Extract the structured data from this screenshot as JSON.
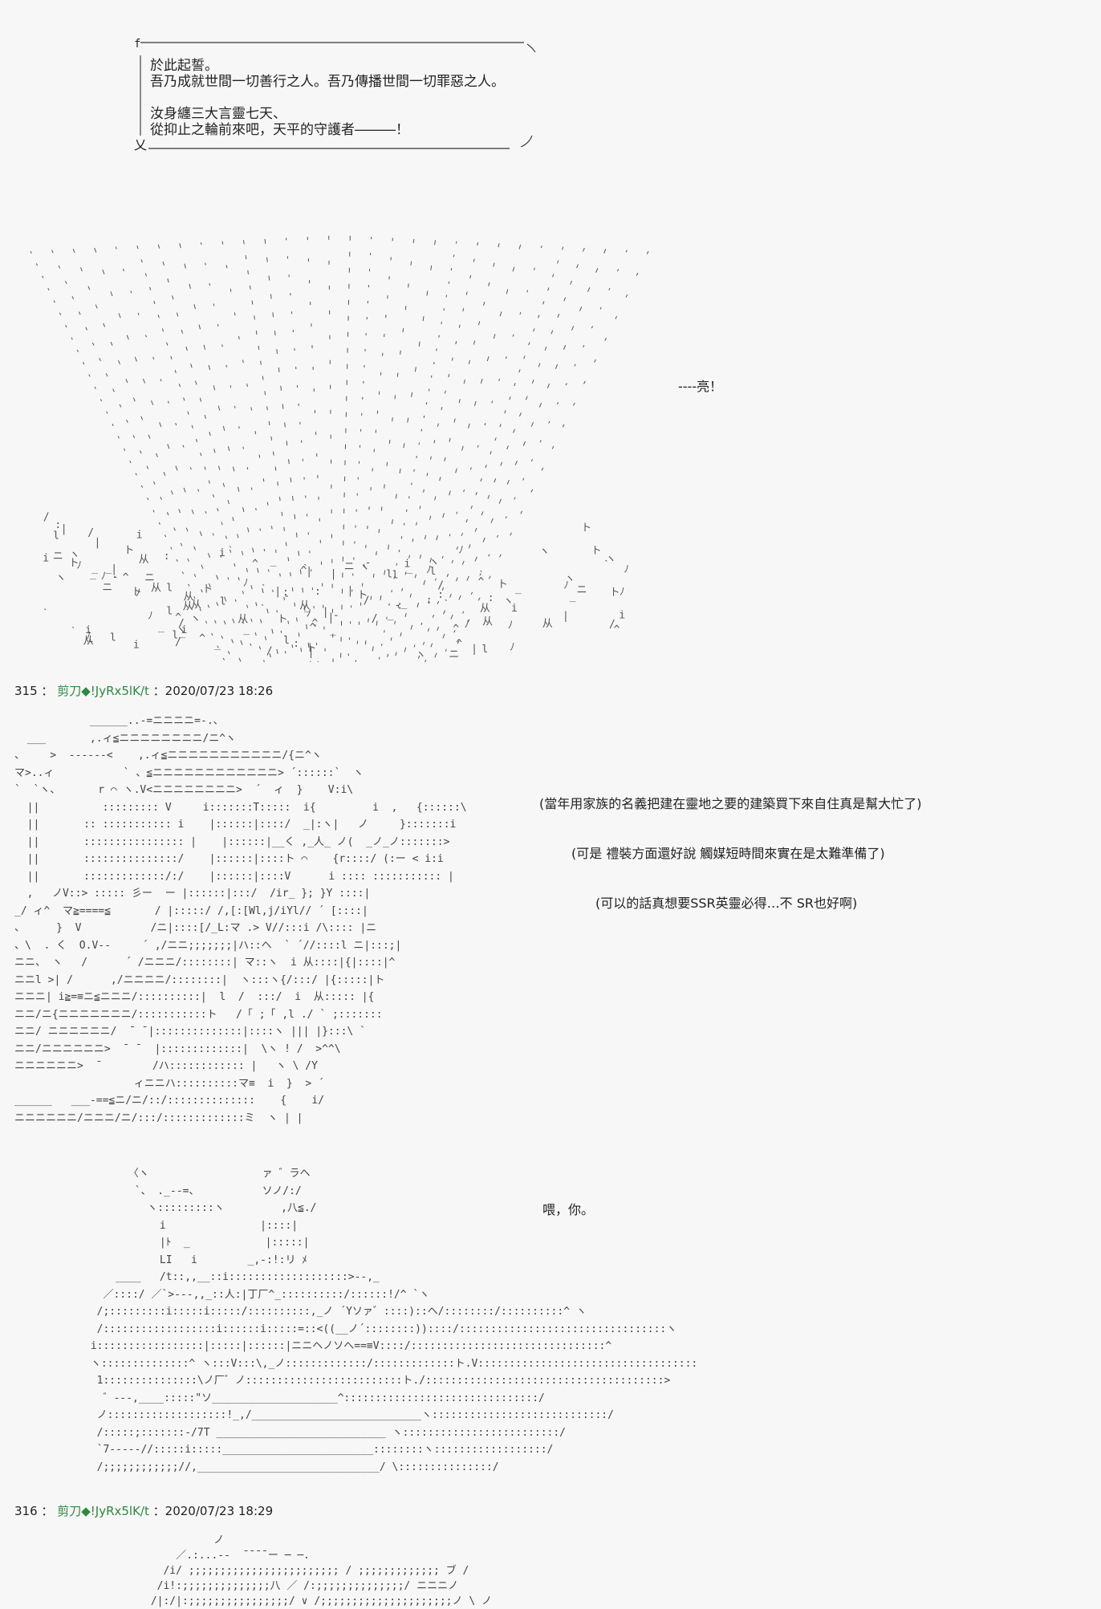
{
  "chant": {
    "lines": [
      "於此起誓。",
      "吾乃成就世間一切善行之人。吾乃傳播世間一切罪惡之人。",
      "汝身纏三大言靈七天、",
      "從抑止之輪前來吧，天平的守護者―――！"
    ],
    "corner_top_left": "f",
    "corner_bottom_left": "乂"
  },
  "sfx": {
    "flash": "----亮！"
  },
  "posts": [
    {
      "number": "315",
      "separator": "：",
      "name": "剪刀◆",
      "trip": "!JyRx5lK/t",
      "time": "：2020/07/23 18:26"
    },
    {
      "number": "316",
      "separator": "：",
      "name": "剪刀◆",
      "trip": "!JyRx5lK/t",
      "time": "：2020/07/23 18:29"
    }
  ],
  "monologue": [
    "(當年用家族的名義把建在靈地之要的建築買下來自住真是幫大忙了)",
    "(可是 禮裝方面還好說 觸媒短時間來實在是太難準備了)",
    "(可以的話真想要SSR英靈必得…不 SR也好啊)"
  ],
  "callout": "喂，你。",
  "ascii_art": {
    "robe": "            ______..-=ニニニニ=-.、\n  ___       ,.ィ≦ニニニニニニニニ/ニ^ヽ\n、    >  ------<    ,.ィ≦ニニニニニニニニニニニ/{ニ^ヽ\nマ>..ィ           ` 、≦ニニニニニニニニニニニニ> ´::::::`  ヽ\n`  `ヽ、      r ⌒ ヽ.V<ニニニニニニニニ>  ´  ィ  }    V:i\\\n  ||          ::::::::: V     i:::::::T:::::  i{         i  ,   {::::::\\\n  ||       :: ::::::::::: i    |::::::|::::/  _|:ヽ|   ノ     }:::::::i\n  ||       :::::::::::::::: |    |::::::|__く ,_人_ ノ(  _ノ_ノ:::::::>\n  ||       :::::::::::::::/    |::::::|::::ト ⌒    {r::::/ (:ー < i:i\n  ||       :::::::::::::/:/    |::::::|::::V      i :::: ::::::::::: |\n  ,   ノV::> ::::: 彡ー  ー |::::::|:::/  /ir_ }; }Y ::::|\n_/ ィ^  マ≧====≦       / |:::::/ /,[:[Wl,j/iYl// ´ [::::|\n、     }  V           /ニ|::::[/_L:マ .> V//:::i /\\:::: |ニ\n、\\  . く  O.V--     ´ ,/ニニ;;;;;;;|ハ::ヘ  ` ´//::::l ニ|:::;|\nニニ、 ヽ   /      ´ /ニニニ/::::::::| マ::ヽ  i 从::::|{|::::|^\nニニl >| /      ,/ニニニニ/::::::::|  ヽ:::ヽ{/:::/ |{:::::|ト \nニニニ| i≧=≡ニ≦ニニニ/::::::::::|  l  /  :::/  i  从::::: |{\nニニ/ニ{ニニニニニニニ/:::::::::::ト   /「 ;「 ,l ./ ` ;:::::::\nニニ/ ニニニニニニ/  ̄  ̄ |::::::::::::::|::::ヽ ||| |}:::\\ `\nニニ/ニニニニニニ>  ̄  ̄   |:::::::::::::|  \\ヽ ! /  >^^\\\nニニニニニニ>  ̄         /ハ:::::::::::: |   ヽ \\ /Y\n                   ィニニハ::::::::::マ≡  i  }  > ´\n______   ___-==≦ニ/ニ/::/::::::::::::::    {    i/\nニニニニニニ/ニニニ/ニ/:::/:::::::::::::ミ  ヽ | |",
    "hero": "       〈ヽ                  ァ ゛ラヘ\n        `、 ._-‐=、          ソノ/:/\n          ヽ:::::::::ヽ         ,八≦./\n            i               |::::|\n            |ﾄ  _            |:::::|\n            LI   i        _,-:!:リ ﾒ\n     ____   /t::,,__::i:::::::::::::::::::>--,_\n   ／::::/ ／`>---,,_::人:|丁厂^_::::::::::/::::::!/^ `ヽ\n  /;:::::::::i:::::i:::::/::::::::::,_ノ ´Yソァ゛::::)::ヘ/::::::::/::::::::::^ ヽ\n  /::::::::::::::::::i::::::i:::::=::<((__ノ´::::::::))::::/:::::::::::::::::::::::::::::::::ヽ\n i:::::::::::::::::|:::::|::::::|ニニヘノソへ==≡V::::/:::::::::::::::::::::::::::::::^\n ヽ::::::::::::::^ ヽ:::V:::\\,_ノ:::::::::::::/:::::::::::::ト.V:::::::::::::::::::::::::::::::::::\n  1:::::::::::::::\\ノ厂゛ノ:::::::::::::::::::::::::ト./::::::::::::::::::::::::::::::::::::::>\n   ゛---,____:::::\"ソ____________________^:::::::::::::::::::::::::::::::/\n  ノ:::::::::::::::::::!_,/___________________________ヽ::::::::::::::::::::::::::::/\n  /:::::;:::::::-/7T ___________________________ ヽ:::::::::::::::::::::::::/\n  `7-----//:::::i:::::________________________::::::::ヽ::::::::::::::::::/\n  /;;;;;;;;;;;;//,_____________________________/ \\:::::::::::::::/",
    "bottom": "           ノ\n     ／.:...-‐  ̄ ̄ ̄ ̄ ー ─ ─.\n   /i/ ;;;;;;;;;;;;;;;;;;;;;;;; / ;;;;;;;;;;;;; ブ /\n  /i!:;;;;;;;;;;;;;;八 ／ /:;;;;;;;;;;;;;;/ ニニニノ\n /|:/|:;;;;;;;;;;;;;;;;/ ∨ /;;;;;;;;;;;;;;;;;;;;;ノ \\ ノ"
  }
}
